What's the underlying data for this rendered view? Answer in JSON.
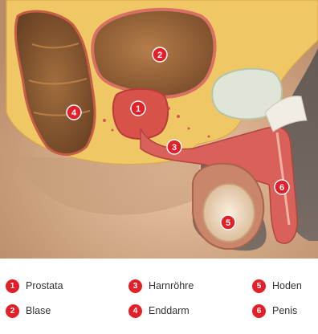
{
  "markers": [
    {
      "number": "1",
      "label": "Prostata"
    },
    {
      "number": "2",
      "label": "Blase"
    },
    {
      "number": "3",
      "label": "Harnröhre"
    },
    {
      "number": "4",
      "label": "Enddarm"
    },
    {
      "number": "5",
      "label": "Hoden"
    },
    {
      "number": "6",
      "label": "Penis"
    }
  ],
  "colors": {
    "marker": "#e3202a",
    "tissue_yellow": "#efc765",
    "rectum": "#8a5a32",
    "bladder": "#a06a3a",
    "urethra": "#d9615a",
    "skin": "#d8a882",
    "background": "#6b625d"
  }
}
